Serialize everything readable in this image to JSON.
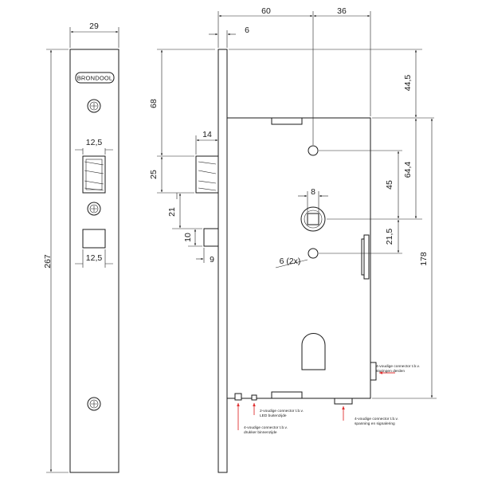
{
  "faceplate": {
    "brand": "BRONDOOL",
    "width": "29",
    "height": "267",
    "opening_top": "12,5",
    "opening_bottom": "12,5"
  },
  "side_view": {
    "d68": "68",
    "d14": "14",
    "d25": "25",
    "d21": "21",
    "d10": "10",
    "d9": "9"
  },
  "body_view": {
    "d60": "60",
    "d36": "36",
    "d6": "6",
    "d44_5": "44,5",
    "d8": "8",
    "d45": "45",
    "d64_4": "64,4",
    "d21_5": "21,5",
    "d6_2x": "6 (2x)",
    "d178": "178"
  },
  "notes": {
    "n1_line1": "4-voudige connector t.b.v.",
    "n1_line2": "sturingen derden",
    "n2_line1": "2-voudige connector t.b.v.",
    "n2_line2": "LED buitenzijde",
    "n3_line1": "4-voudige connector t.b.v.",
    "n3_line2": "drukker binnenzijde",
    "n4_line1": "4-voudige connector t.b.v.",
    "n4_line2": "spanning en signalering"
  },
  "colors": {
    "line": "#1a1a1a",
    "annotation": "#e03030"
  }
}
